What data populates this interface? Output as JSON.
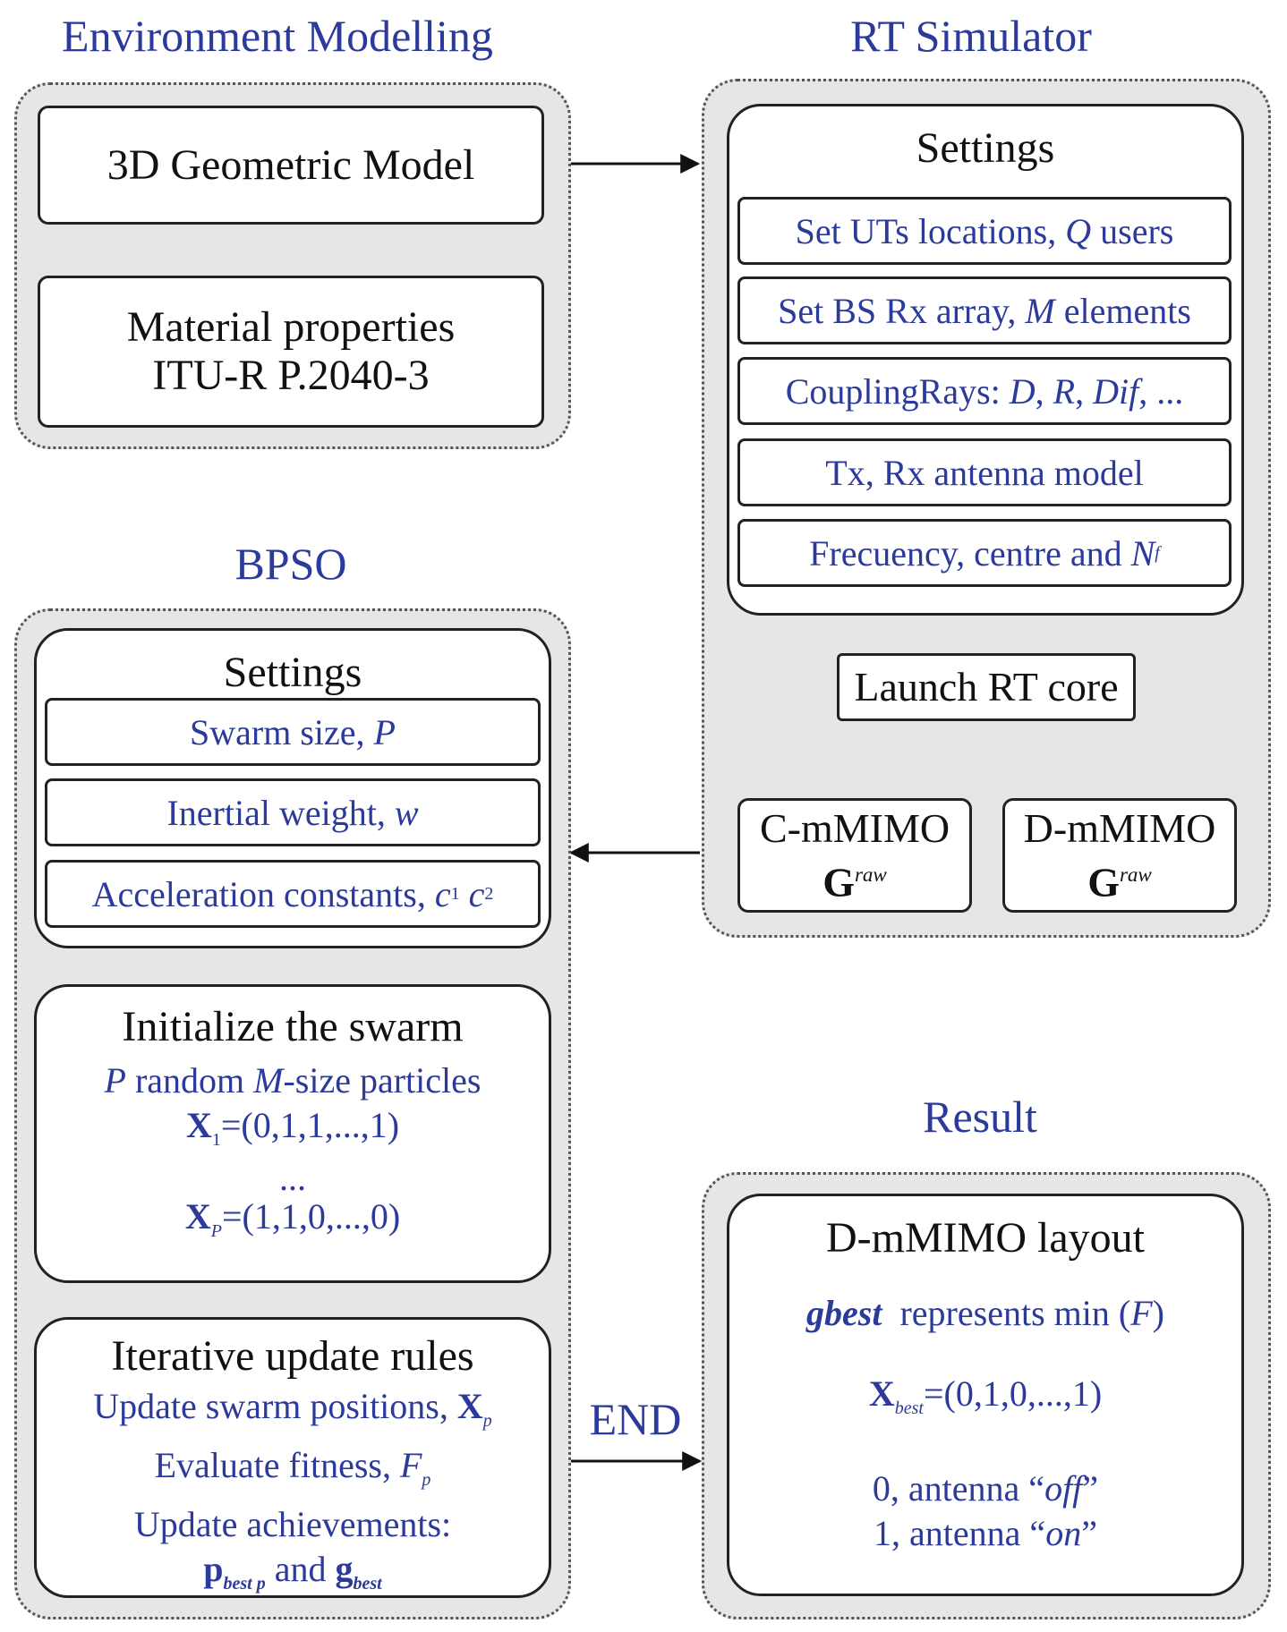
{
  "titles": {
    "env": "Environment Modelling",
    "rt": "RT Simulator",
    "bpso": "BPSO",
    "result": "Result",
    "end": "END"
  },
  "env": {
    "geom": "3D Geometric Model",
    "material_line1": "Material properties",
    "material_line2": "ITU-R P.2040-3"
  },
  "rt": {
    "settings": "Settings",
    "item1_pre": "Set UTs locations,",
    "item1_var": "Q",
    "item1_post": "users",
    "item2_pre": "Set BS Rx array,",
    "item2_var": "M",
    "item2_post": "elements",
    "item3_pre": "CouplingRays:",
    "item3_d": "D",
    "item3_r": "R",
    "item3_dif": "Dif",
    "item3_post": ", ...",
    "item4": "Tx, Rx antenna model",
    "item5_pre": "Frecuency, centre and",
    "item5_var": "N",
    "item5_sub": "f",
    "launch": "Launch RT core",
    "cm_label": "C-mMIMO",
    "cm_g": "G",
    "cm_sup": "raw",
    "dm_label": "D-mMIMO",
    "dm_g": "G",
    "dm_sup": "raw"
  },
  "bpso": {
    "settings": "Settings",
    "swarm_pre": "Swarm size,",
    "swarm_var": "P",
    "inertial_pre": "Inertial weight,",
    "inertial_var": "w",
    "accel_pre": "Acceleration constants,",
    "accel_c": "c",
    "accel_s1": "1",
    "accel_s2": "2",
    "init_heading": "Initialize the swarm",
    "init_p": "P",
    "init_mid": "random",
    "init_m": "M",
    "init_post": "-size particles",
    "x1_x": "X",
    "x1_sub": "1",
    "x1_val": "=(0,1,1,...,1)",
    "dots": "...",
    "xp_x": "X",
    "xp_sub": "P",
    "xp_val": "=(1,1,0,...,0)",
    "iter_heading": "Iterative update rules",
    "up1_pre": "Update swarm positions,",
    "up1_x": "X",
    "up1_sub": "p",
    "up2_pre": "Evaluate fitness,",
    "up2_f": "F",
    "up2_sub": "p",
    "up3": "Update achievements:",
    "pb_p": "p",
    "pb_sub": "best p",
    "pb_and": "and",
    "gb_g": "g",
    "gb_sub": "best"
  },
  "result": {
    "heading": "D-mMIMO layout",
    "gbest": "gbest",
    "represents": "represents min (",
    "f": "F",
    "close": ")",
    "xb_x": "X",
    "xb_sub": "best",
    "xb_val": "=(0,1,0,...,1)",
    "off_pre": "0, antenna “",
    "off_word": "off",
    "off_post": "”",
    "on_pre": "1, antenna “",
    "on_word": "on",
    "on_post": "”"
  },
  "colors": {
    "blue_text": "#2b3a9b",
    "panel_bg": "#e6e6e6",
    "stroke": "#222222"
  }
}
